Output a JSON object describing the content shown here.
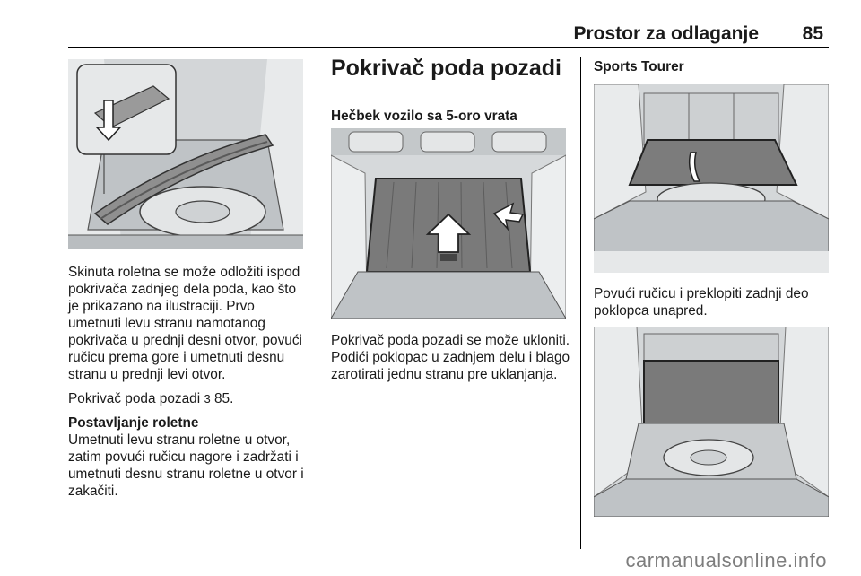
{
  "header": {
    "title": "Prostor za odlaganje",
    "page_number": "85"
  },
  "col1": {
    "para1": "Skinuta roletna se može odložiti ispod pokrivača zadnjeg dela poda, kao što je prikazano na ilustraciji. Prvo umetnuti levu stranu namotanog pokrivača u prednji desni otvor, povući ručicu prema gore i umetnuti desnu stranu u prednji levi otvor.",
    "ref_text": "Pokrivač poda pozadi",
    "ref_arrow": "3",
    "ref_page": "85.",
    "subheading": "Postavljanje roletne",
    "para2": "Umetnuti levu stranu roletne u otvor, zatim povući ručicu nagore i zadržati i umetnuti desnu stranu roletne u otvor i zakačiti."
  },
  "col2": {
    "section_title": "Pokrivač poda pozadi",
    "subheading": "Hečbek vozilo sa 5-oro vrata",
    "para": "Pokrivač poda pozadi se može ukloniti. Podići poklopac u zadnjem delu i blago zarotirati jednu stranu pre uklanjanja."
  },
  "col3": {
    "subheading": "Sports Tourer",
    "para": "Povući ručicu i preklopiti zadnji deo poklopca unapred."
  },
  "footer": {
    "watermark": "carmanualsonline.info"
  }
}
